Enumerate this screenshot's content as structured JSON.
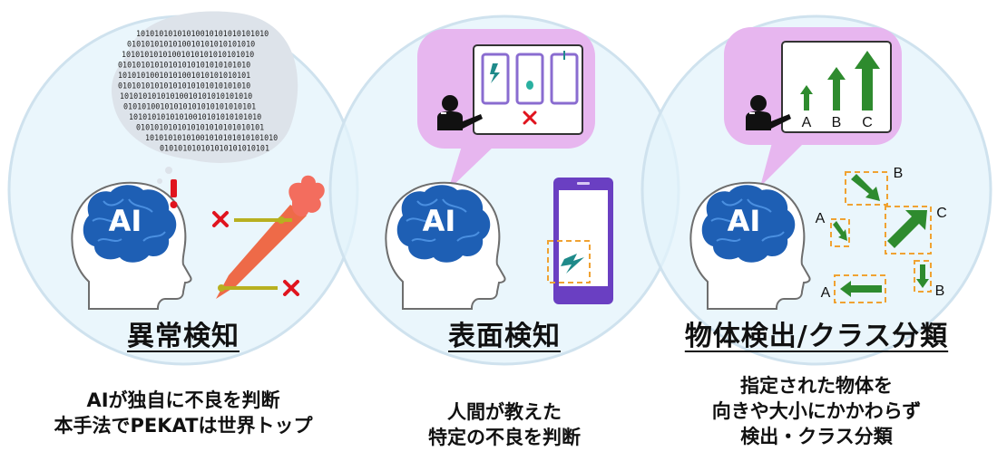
{
  "colors": {
    "circle_fill": "#e3f3fb",
    "circle_stroke": "#cfe2ee",
    "bubble_fill": "#e7b6ef",
    "brain_blue": "#1e5fb4",
    "arrow_green": "#2e8b2e",
    "phone_purple": "#6a3fc2",
    "red_mark": "#e0141e",
    "carrot": "#ee6a48",
    "orange_dash": "#f0a232"
  },
  "ai_label": "AI",
  "binary_lines": [
    "10101010101010010101010101010",
    "0101010101010010101010101010",
    "10101010101001010101010101010",
    "01010101010101010101010101010",
    "10101010010101001010101010101",
    "01010101010101010101010101010",
    "10101010101010010101010101010",
    "01010100101010101010101010101",
    "10101010101010010101010101010",
    "0101010101010101010101010101",
    "10101010101001010101010101010",
    "010101010101010101010101"
  ],
  "panels": [
    {
      "title": "異常検知",
      "desc_lines": [
        "AIが独自に不良を判断",
        "本手法でPEKATは世界トップ"
      ]
    },
    {
      "title": "表面検知",
      "desc_lines": [
        "人間が教えた",
        "特定の不良を判断"
      ]
    },
    {
      "title": "物体検出/クラス分類",
      "desc_lines": [
        "指定された物体を",
        "向きや大小にかかわらず",
        "検出・クラス分類"
      ]
    }
  ],
  "class_labels": {
    "bubble": [
      "A",
      "B",
      "C"
    ],
    "detections": [
      "B",
      "A",
      "C",
      "B",
      "A"
    ]
  }
}
